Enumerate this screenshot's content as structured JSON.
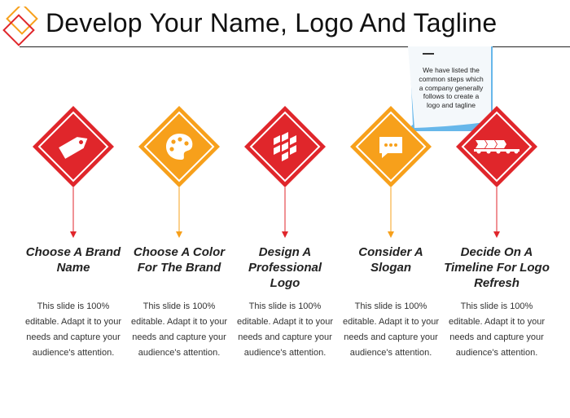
{
  "header": {
    "title": "Develop Your Name, Logo And Tagline"
  },
  "note": {
    "text": "We have listed the common steps which a company generally follows to create a logo and tagline"
  },
  "colors": {
    "red": "#e0262b",
    "orange": "#f7a01b",
    "note_blue": "#67b7ea",
    "note_paper": "#f4f8fb"
  },
  "steps": [
    {
      "title": "Choose A Brand Name",
      "icon": "price-tag-icon",
      "color": "red",
      "desc": "This slide is 100% editable. Adapt it to your needs and capture your audience's attention."
    },
    {
      "title": "Choose A Color For The Brand",
      "icon": "palette-icon",
      "color": "orange",
      "desc": "This slide is 100% editable. Adapt it to your needs and capture your audience's attention."
    },
    {
      "title": "Design A Professional Logo",
      "icon": "shapes-pattern-icon",
      "color": "red",
      "desc": "This slide is 100% editable. Adapt it to your needs and capture your audience's attention."
    },
    {
      "title": "Consider A Slogan",
      "icon": "speech-bubble-icon",
      "color": "orange",
      "desc": "This slide is 100% editable. Adapt it to your needs and capture your audience's attention."
    },
    {
      "title": "Decide On A Timeline For Logo Refresh",
      "icon": "timeline-icon",
      "color": "red",
      "desc": "This slide is 100% editable. Adapt it to your needs and capture your audience's attention."
    }
  ]
}
